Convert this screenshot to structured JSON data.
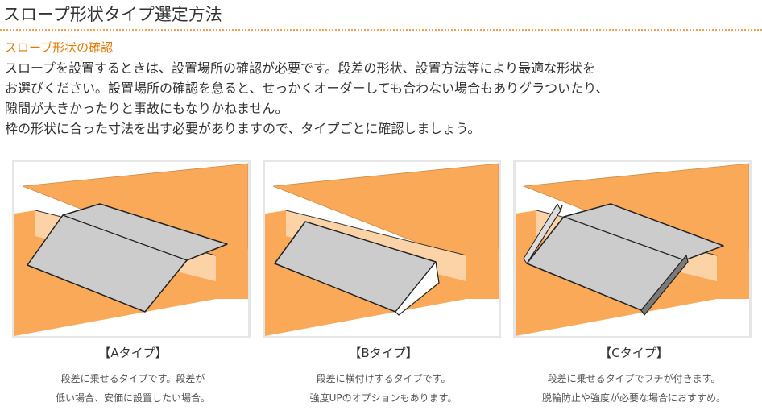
{
  "page": {
    "title": "スロープ形状タイプ選定方法"
  },
  "section": {
    "heading": "スロープ形状の確認",
    "paragraph_lines": [
      "スロープを設置するときは、設置場所の確認が必要です。段差の形状、設置方法等により最適な形状を",
      "お選びください。設置場所の確認を怠ると、せっかくオーダーしても合わない場合もありグラついたり、",
      "隙間が大きかったりと事故にもなりかねません。",
      "枠の形状に合った寸法を出す必要がありますので、タイプごとに確認しましょう。"
    ]
  },
  "types": [
    {
      "name": "【Aタイプ】",
      "desc_lines": [
        "段差に乗せるタイプです。段差が",
        "低い場合、安価に設置したい場合。"
      ]
    },
    {
      "name": "【Bタイプ】",
      "desc_lines": [
        "段差に横付けするタイプです。",
        "強度UPのオプションもあります。"
      ]
    },
    {
      "name": "【Cタイプ】",
      "desc_lines": [
        "段差に乗せるタイプでフチが付きます。",
        "脱輪防止や強度が必要な場合におすすめ。"
      ]
    }
  ],
  "colors": {
    "floor_orange": "#f9a957",
    "step_face": "#fbd3a6",
    "slope_gray": "#cccccc",
    "heading_orange": "#e07800",
    "panel_border": "#e6e6e6"
  }
}
